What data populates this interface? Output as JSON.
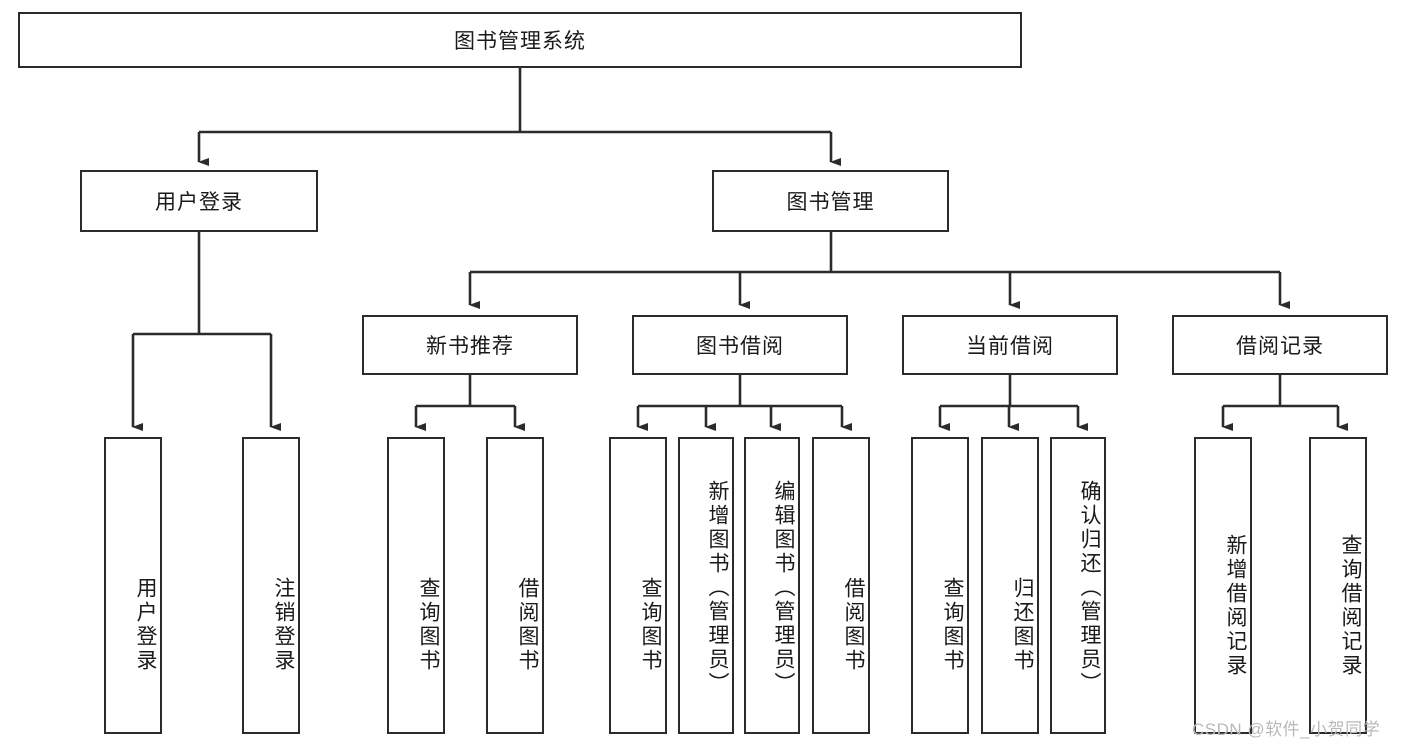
{
  "diagram": {
    "type": "tree-hierarchy",
    "title": "图书管理系统",
    "watermark": "CSDN @软件_小贺同学",
    "colors": {
      "stroke": "#2b2b2b",
      "background": "#ffffff",
      "text": "#1a1a1a",
      "watermark": "#b9b9b9"
    },
    "nodes": {
      "root": {
        "label": "图书管理系统",
        "level": 1,
        "orientation": "horizontal"
      },
      "l2": [
        {
          "id": "user-login",
          "label": "用户登录",
          "level": 2,
          "orientation": "horizontal"
        },
        {
          "id": "book-manage",
          "label": "图书管理",
          "level": 2,
          "orientation": "horizontal"
        }
      ],
      "l3": [
        {
          "id": "new-book-rec",
          "label": "新书推荐",
          "level": 3,
          "orientation": "horizontal"
        },
        {
          "id": "book-borrow",
          "label": "图书借阅",
          "level": 3,
          "orientation": "horizontal"
        },
        {
          "id": "current-borrow",
          "label": "当前借阅",
          "level": 3,
          "orientation": "horizontal"
        },
        {
          "id": "borrow-record",
          "label": "借阅记录",
          "level": 3,
          "orientation": "horizontal"
        }
      ],
      "leaves": [
        {
          "id": "leaf-user-login",
          "label": "用户登录",
          "parent": "user-login",
          "orientation": "vertical"
        },
        {
          "id": "leaf-logout",
          "label": "注销登录",
          "parent": "user-login",
          "orientation": "vertical"
        },
        {
          "id": "leaf-query-book-1",
          "label": "查询图书",
          "parent": "new-book-rec",
          "orientation": "vertical"
        },
        {
          "id": "leaf-borrow-book-1",
          "label": "借阅图书",
          "parent": "new-book-rec",
          "orientation": "vertical"
        },
        {
          "id": "leaf-query-book-2",
          "label": "查询图书",
          "parent": "book-borrow",
          "orientation": "vertical"
        },
        {
          "id": "leaf-add-book",
          "label": "新增图书（管理员）",
          "parent": "book-borrow",
          "orientation": "vertical"
        },
        {
          "id": "leaf-edit-book",
          "label": "编辑图书（管理员）",
          "parent": "book-borrow",
          "orientation": "vertical"
        },
        {
          "id": "leaf-borrow-book-2",
          "label": "借阅图书",
          "parent": "book-borrow",
          "orientation": "vertical"
        },
        {
          "id": "leaf-query-book-3",
          "label": "查询图书",
          "parent": "current-borrow",
          "orientation": "vertical"
        },
        {
          "id": "leaf-return-book",
          "label": "归还图书",
          "parent": "current-borrow",
          "orientation": "vertical"
        },
        {
          "id": "leaf-confirm-return",
          "label": "确认归还（管理员）",
          "parent": "current-borrow",
          "orientation": "vertical"
        },
        {
          "id": "leaf-add-record",
          "label": "新增借阅记录",
          "parent": "borrow-record",
          "orientation": "vertical"
        },
        {
          "id": "leaf-query-record",
          "label": "查询借阅记录",
          "parent": "borrow-record",
          "orientation": "vertical"
        }
      ]
    }
  }
}
